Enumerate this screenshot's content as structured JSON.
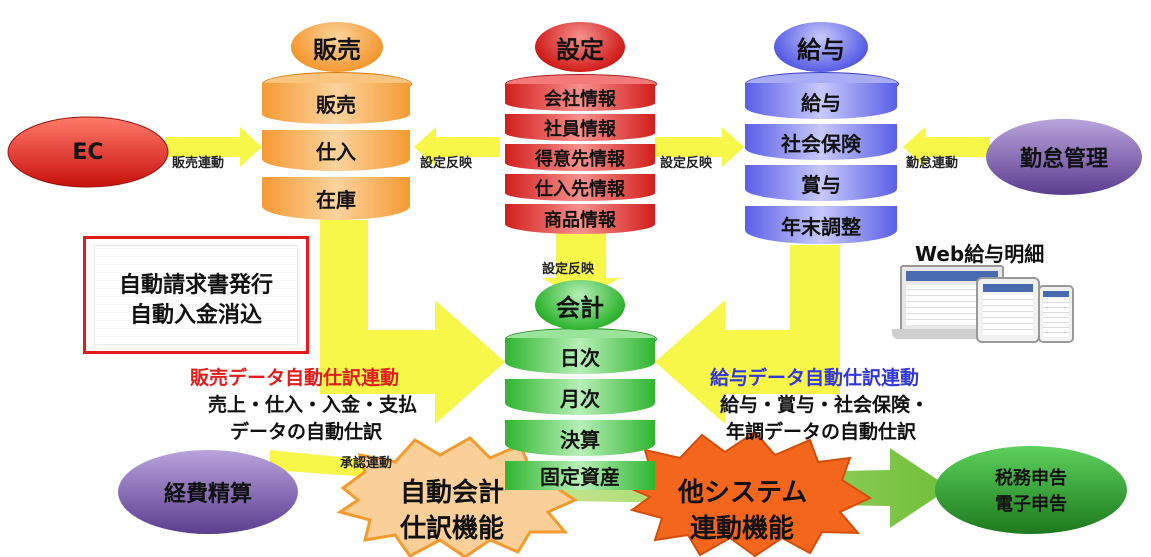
{
  "sales": {
    "header": "販売",
    "items": [
      "販売",
      "仕入",
      "在庫"
    ]
  },
  "settings": {
    "header": "設定",
    "items": [
      "会社情報",
      "社員情報",
      "得意先情報",
      "仕入先情報",
      "商品情報"
    ]
  },
  "payroll": {
    "header": "給与",
    "items": [
      "給与",
      "社会保険",
      "賞与",
      "年末調整"
    ]
  },
  "accounting": {
    "header": "会計",
    "items": [
      "日次",
      "月次",
      "決算",
      "固定資産"
    ]
  },
  "nodes": {
    "ec": "EC",
    "attendance": "勤怠管理",
    "expense": "経費精算",
    "tax_line1": "税務申告",
    "tax_line2": "電子申告"
  },
  "links": {
    "sales_link": "販売連動",
    "reflect_left": "設定反映",
    "reflect_right": "設定反映",
    "attendance_link": "勤怠連動",
    "reflect_down": "設定反映",
    "approval_link": "承認連動"
  },
  "billing_box": {
    "line1": "自動請求書発行",
    "line2": "自動入金消込"
  },
  "web_payslip": "Web給与明細",
  "sales_journal": {
    "title": "販売データ自動仕訳連動",
    "line1": "売上・仕入・入金・支払",
    "line2": "データの自動仕訳"
  },
  "payroll_journal": {
    "title": "給与データ自動仕訳連動",
    "line1": "給与・賞与・社会保険・",
    "line2": "年調データの自動仕訳"
  },
  "badges": {
    "auto_journal_line1": "自動会計",
    "auto_journal_line2": "仕訳機能",
    "other_system_line1": "他システム",
    "other_system_line2": "連動機能"
  },
  "colors": {
    "orange": "#f7a446",
    "red": "#e8312d",
    "blue": "#6e73f0",
    "green": "#3cc43c",
    "arrow_yellow": "#f7f74a",
    "arrow_green": "#8fd14f",
    "badge_orange": "#f59b2d",
    "badge_red": "#f5661d",
    "ec_red": "#e3201b",
    "purple": "#8a6bb8",
    "dark_green": "#2c8f2c",
    "highlight_red": "#e31b1b",
    "highlight_blue": "#3237d9"
  }
}
